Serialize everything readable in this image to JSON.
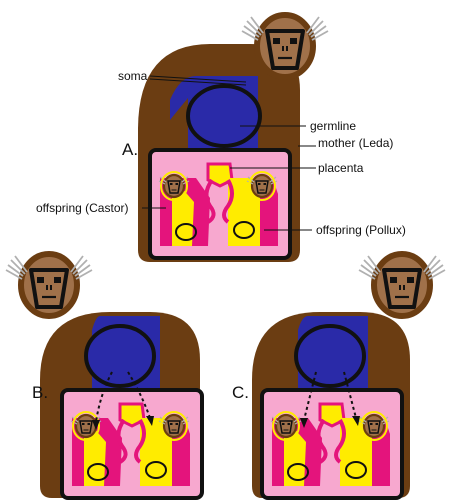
{
  "labels": {
    "soma": "soma",
    "germline": "germline",
    "mother": "mother (Leda)",
    "placenta": "placenta",
    "offspring_castor": "offspring (Castor)",
    "offspring_pollux": "offspring (Pollux)"
  },
  "panels": {
    "a": "A.",
    "b": "B.",
    "c": "C."
  },
  "colors": {
    "body": "#6b3d12",
    "soma": "#2a2aa8",
    "womb": "#f7a8cf",
    "twin_magenta": "#e4147c",
    "twin_yellow": "#ffec00",
    "face_fill": "#a0714a",
    "outline": "#111111"
  }
}
